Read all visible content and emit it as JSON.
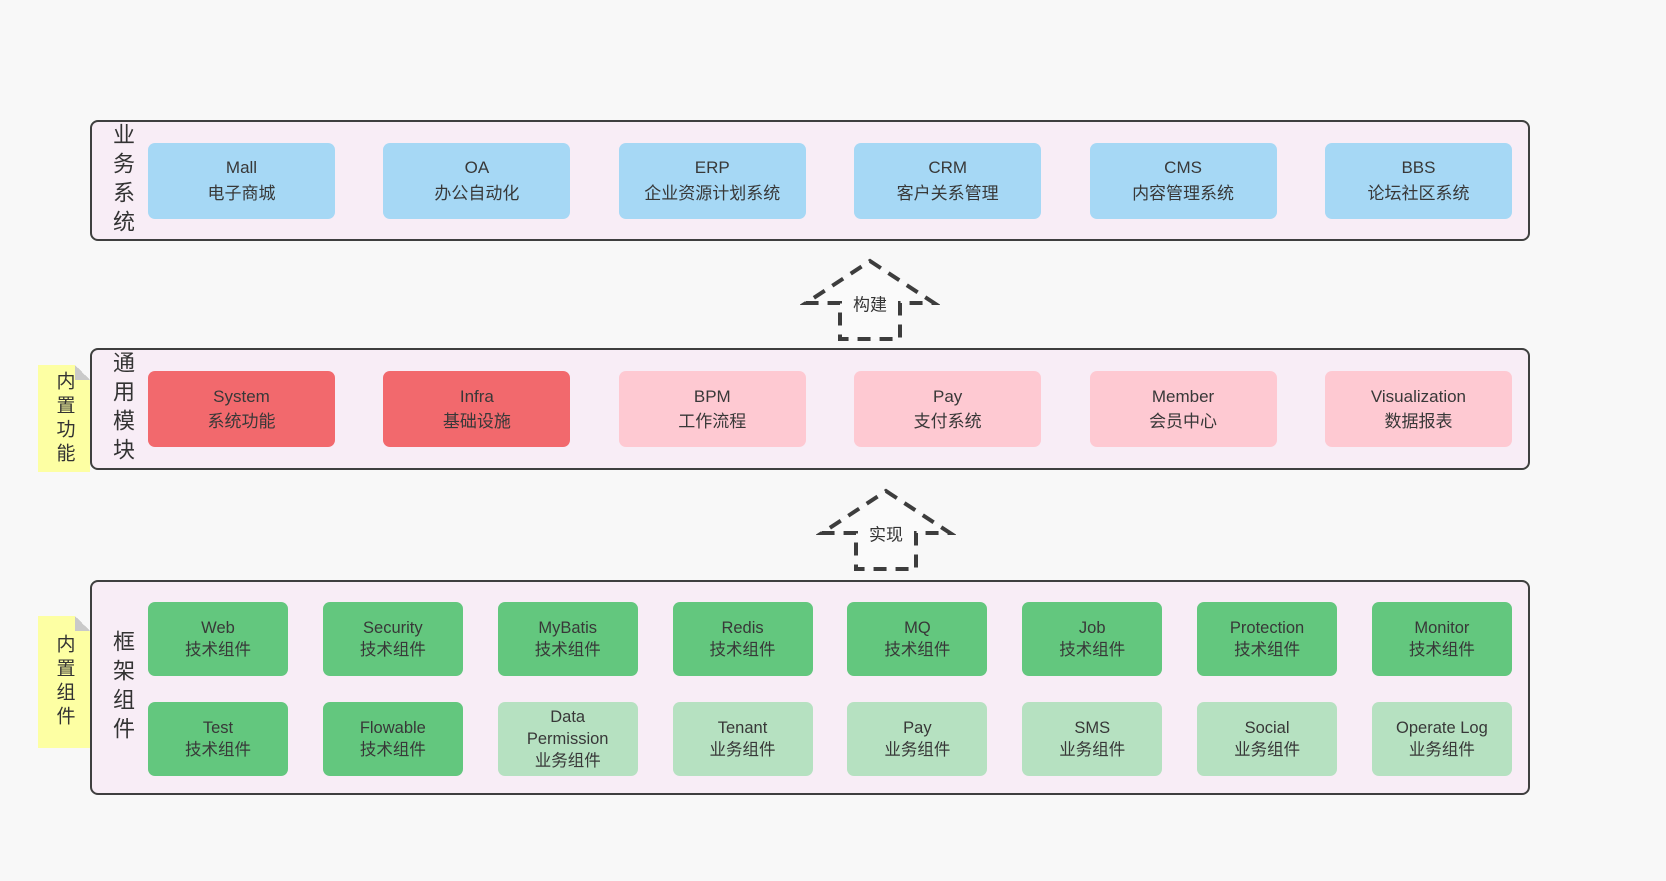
{
  "colors": {
    "page_bg": "#f8f8f8",
    "panel_bg": "#f8edf6",
    "panel_border": "#3f3f3f",
    "blue_box": "#a6d8f5",
    "red_box": "#f2696d",
    "pink_box": "#fec9d2",
    "green_box": "#63c77e",
    "light_green_box": "#b6e1c1",
    "sticky_yellow": "#fdffa3",
    "fold_gray": "#c9c9c9",
    "text": "#383838"
  },
  "arrows": [
    {
      "label": "构建"
    },
    {
      "label": "实现"
    }
  ],
  "business_layer": {
    "label": "业务系统",
    "boxes": [
      {
        "name": "Mall",
        "desc": "电子商城"
      },
      {
        "name": "OA",
        "desc": "办公自动化"
      },
      {
        "name": "ERP",
        "desc": "企业资源计划系统"
      },
      {
        "name": "CRM",
        "desc": "客户关系管理"
      },
      {
        "name": "CMS",
        "desc": "内容管理系统"
      },
      {
        "name": "BBS",
        "desc": "论坛社区系统"
      }
    ]
  },
  "module_layer": {
    "sticky": "内置功能",
    "label": "通用模块",
    "boxes": [
      {
        "name": "System",
        "desc": "系统功能"
      },
      {
        "name": "Infra",
        "desc": "基础设施"
      },
      {
        "name": "BPM",
        "desc": "工作流程"
      },
      {
        "name": "Pay",
        "desc": "支付系统"
      },
      {
        "name": "Member",
        "desc": "会员中心"
      },
      {
        "name": "Visualization",
        "desc": "数据报表"
      }
    ]
  },
  "component_layer": {
    "sticky": "内置组件",
    "label": "框架组件",
    "row1": [
      {
        "name": "Web",
        "desc": "技术组件"
      },
      {
        "name": "Security",
        "desc": "技术组件"
      },
      {
        "name": "MyBatis",
        "desc": "技术组件"
      },
      {
        "name": "Redis",
        "desc": "技术组件"
      },
      {
        "name": "MQ",
        "desc": "技术组件"
      },
      {
        "name": "Job",
        "desc": "技术组件"
      },
      {
        "name": "Protection",
        "desc": "技术组件"
      },
      {
        "name": "Monitor",
        "desc": "技术组件"
      }
    ],
    "row2": [
      {
        "name": "Test",
        "desc": "技术组件"
      },
      {
        "name": "Flowable",
        "desc": "技术组件"
      },
      {
        "name": "Data Permission",
        "desc": "业务组件"
      },
      {
        "name": "Tenant",
        "desc": "业务组件"
      },
      {
        "name": "Pay",
        "desc": "业务组件"
      },
      {
        "name": "SMS",
        "desc": "业务组件"
      },
      {
        "name": "Social",
        "desc": "业务组件"
      },
      {
        "name": "Operate Log",
        "desc": "业务组件"
      }
    ]
  }
}
